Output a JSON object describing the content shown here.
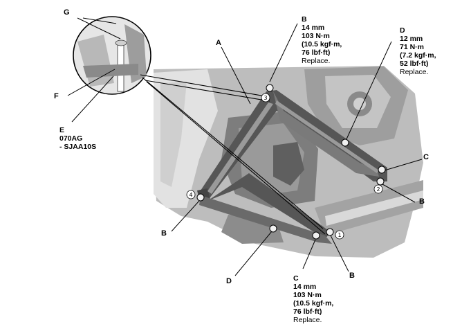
{
  "labels": {
    "a": {
      "letter": "A"
    },
    "b_top": {
      "letter": "B",
      "lines": [
        "14 mm",
        "103 N·m",
        "(10.5 kgf·m,",
        "76 lbf·ft)"
      ],
      "note": "Replace."
    },
    "d_top": {
      "letter": "D",
      "lines": [
        "12 mm",
        "71 N·m",
        "(7.2 kgf·m,",
        "52 lbf·ft)"
      ],
      "note": "Replace."
    },
    "c_bottom": {
      "letter": "C",
      "lines": [
        "14 mm",
        "103 N·m",
        "(10.5 kgf·m,",
        "76 lbf·ft)"
      ],
      "note": "Replace."
    },
    "e": {
      "letter": "E",
      "lines": [
        "070AG",
        "- SJAA10S"
      ]
    },
    "g": {
      "letter": "G"
    },
    "f": {
      "letter": "F"
    },
    "c_right": {
      "letter": "C"
    },
    "b_right": {
      "letter": "B"
    },
    "b_left": {
      "letter": "B"
    },
    "d_bottom": {
      "letter": "D"
    },
    "b_bottom": {
      "letter": "B"
    }
  },
  "bolt_numbers": [
    "1",
    "2",
    "3",
    "4"
  ],
  "colors": {
    "line": "#000000",
    "shade_dark": "#6e6e6e",
    "shade_mid": "#a8a8a8",
    "shade_light": "#d6d6d6"
  }
}
